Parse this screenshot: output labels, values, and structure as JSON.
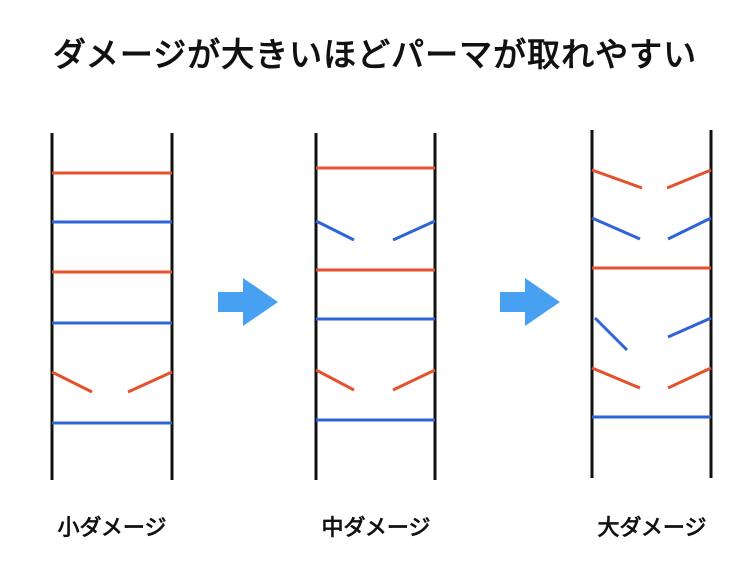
{
  "title": "ダメージが大きいほどパーマが取れやすい",
  "colors": {
    "rail": "#111111",
    "bond_red": "#e4512b",
    "bond_blue": "#2f63d8",
    "arrow": "#47a0f1"
  },
  "panels": [
    {
      "label": "小ダメージ",
      "bonds": [
        {
          "color": "red",
          "state": "intact"
        },
        {
          "color": "blue",
          "state": "intact"
        },
        {
          "color": "red",
          "state": "intact"
        },
        {
          "color": "blue",
          "state": "intact"
        },
        {
          "color": "red",
          "state": "broken"
        },
        {
          "color": "blue",
          "state": "intact"
        }
      ]
    },
    {
      "label": "中ダメージ",
      "bonds": [
        {
          "color": "red",
          "state": "intact"
        },
        {
          "color": "blue",
          "state": "broken"
        },
        {
          "color": "red",
          "state": "intact"
        },
        {
          "color": "blue",
          "state": "intact"
        },
        {
          "color": "red",
          "state": "broken"
        },
        {
          "color": "blue",
          "state": "intact"
        }
      ]
    },
    {
      "label": "大ダメージ",
      "bonds": [
        {
          "color": "red",
          "state": "broken"
        },
        {
          "color": "blue",
          "state": "broken"
        },
        {
          "color": "red",
          "state": "intact"
        },
        {
          "color": "blue",
          "state": "broken"
        },
        {
          "color": "red",
          "state": "broken"
        },
        {
          "color": "blue",
          "state": "intact"
        }
      ]
    }
  ],
  "arrows": [
    {
      "icon": "right-arrow-icon"
    },
    {
      "icon": "right-arrow-icon"
    }
  ]
}
